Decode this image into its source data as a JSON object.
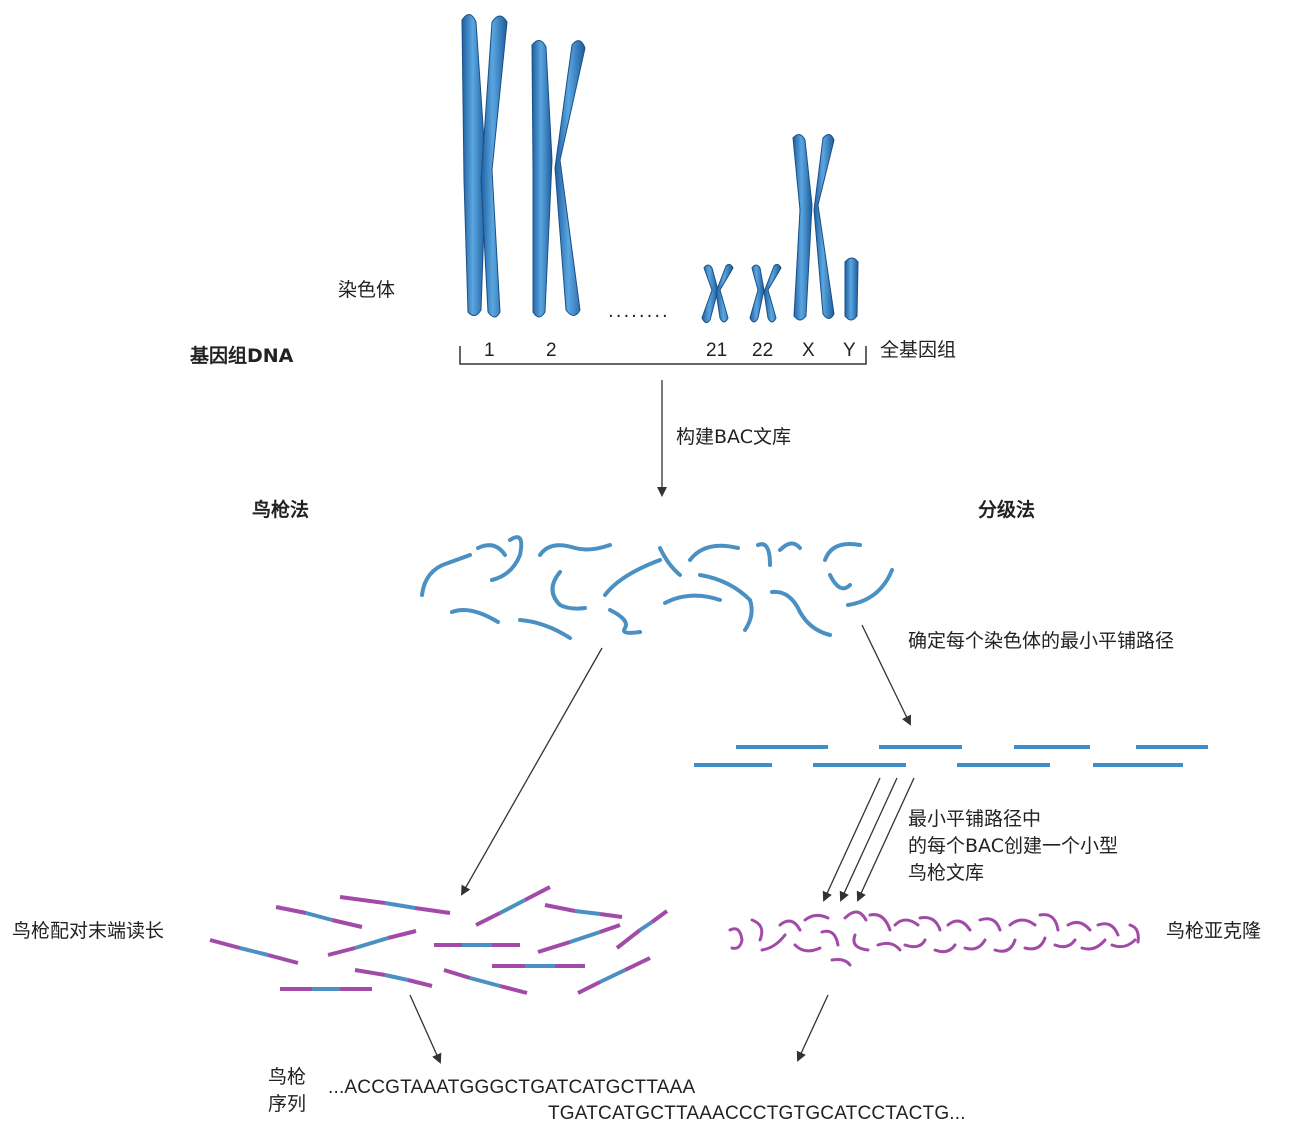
{
  "labels": {
    "chromosome": "染色体",
    "genomic_dna": "基因组DNA",
    "whole_genome": "全基因组",
    "build_bac": "构建BAC文库",
    "shotgun_method": "鸟枪法",
    "hierarchical_method": "分级法",
    "min_tiling": "确定每个染色体的最小平铺路径",
    "bac_library_lines": [
      "最小平铺路径中",
      "的每个BAC创建一个小型",
      "鸟枪文库"
    ],
    "paired_end_reads": "鸟枪配对末端读长",
    "shotgun_subclones": "鸟枪亚克隆",
    "shotgun_sequence_lines": [
      "鸟枪",
      "序列"
    ],
    "dots": "········"
  },
  "chromosome_numbers": [
    "1",
    "2",
    "21",
    "22",
    "X",
    "Y"
  ],
  "sequence": {
    "line1": "...ACCGTAAATGGGCTGATCATGCTTAAA",
    "line2": "TGATCATGCTTAAACCCTGTGCATCCTACTG..."
  },
  "colors": {
    "chromosome_blue": "#2e7fc1",
    "fragment_blue": "#4a90c2",
    "read_purple": "#a24aa8",
    "arrow": "#333333"
  }
}
